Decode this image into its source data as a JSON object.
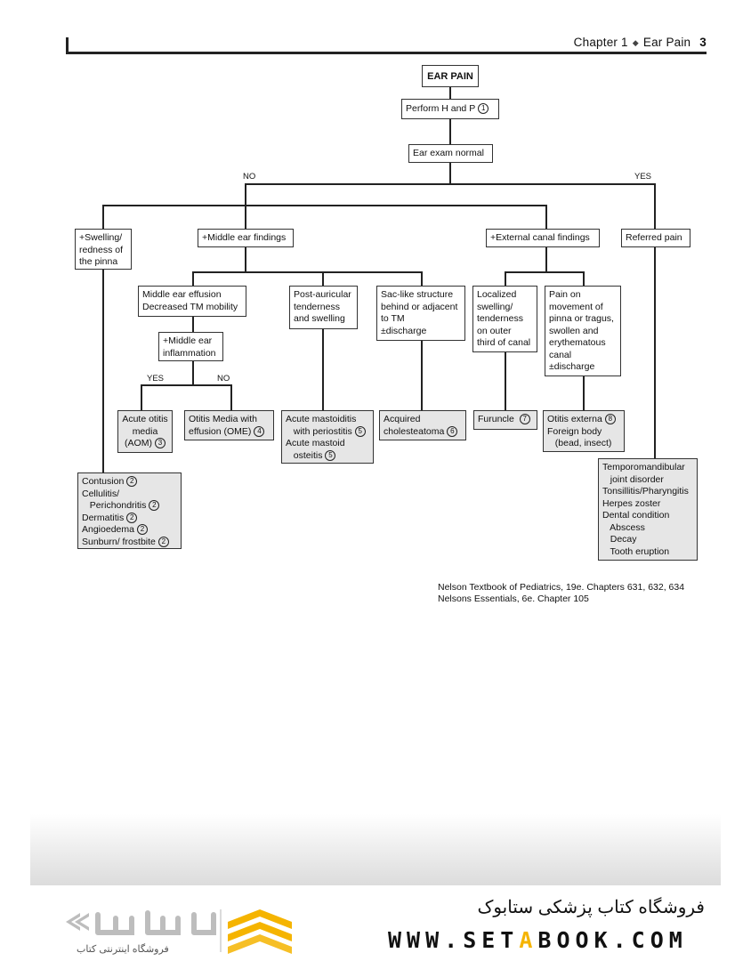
{
  "header": {
    "chapter": "Chapter 1",
    "topic": "Ear Pain",
    "page": "3"
  },
  "flowchart": {
    "title": "EAR PAIN",
    "step1": {
      "text": "Perform H and P",
      "note": "1"
    },
    "step2": {
      "text": "Ear exam normal"
    },
    "branch_no": "NO",
    "branch_yes": "YES",
    "swelling": {
      "text": "+Swelling/\nredness of\nthe pinna"
    },
    "middle_ear": {
      "text": "+Middle ear findings"
    },
    "external_canal": {
      "text": "+External canal findings"
    },
    "referred": {
      "text": "Referred pain"
    },
    "effusion": {
      "text": "Middle ear effusion\nDecreased TM mobility"
    },
    "inflammation": {
      "text": "+Middle ear\ninflammation"
    },
    "inflam_yes": "YES",
    "inflam_no": "NO",
    "post_auricular": {
      "text": "Post-auricular\ntenderness\nand swelling"
    },
    "sac_like": {
      "text": "Sac-like structure\nbehind or adjacent\nto TM\n±discharge"
    },
    "localized": {
      "text": "Localized\nswelling/\ntenderness\non outer\nthird of canal"
    },
    "pain_movement": {
      "text": "Pain on\nmovement of\npinna or tragus,\nswollen and\nerythematous\ncanal\n±discharge"
    },
    "aom": {
      "line1": "Acute otitis",
      "line2": "media",
      "line3": "(AOM)",
      "note": "3"
    },
    "ome": {
      "line1": "Otitis Media with",
      "line2": "effusion (OME)",
      "note": "4"
    },
    "mastoiditis": {
      "line1": "Acute mastoiditis",
      "line2": "with periostitis",
      "note1": "5",
      "line3": "Acute mastoid",
      "line4": "osteitis",
      "note2": "5"
    },
    "cholesteatoma": {
      "line1": "Acquired",
      "line2": "cholesteatoma",
      "note": "6"
    },
    "furuncle": {
      "line1": "Furuncle",
      "note": "7"
    },
    "otitis_externa": {
      "line1": "Otitis externa",
      "note": "8",
      "line2": "Foreign body",
      "line3": "(bead, insect)"
    },
    "pinna_dx": {
      "l1": "Contusion",
      "n1": "2",
      "l2": "Cellulitis/",
      "l3": "Perichondritis",
      "n3": "2",
      "l4": "Dermatitis",
      "n4": "2",
      "l5": "Angioedema",
      "n5": "2",
      "l6": "Sunburn/ frostbite",
      "n6": "2"
    },
    "referred_dx": {
      "text": "Temporomandibular\n   joint disorder\nTonsillitis/Pharyngitis\nHerpes zoster\nDental condition\n   Abscess\n   Decay\n   Tooth eruption"
    }
  },
  "source": {
    "text": "Nelson Textbook of Pediatrics, 19e. Chapters 631, 632, 634\nNelsons Essentials, 6e. Chapter 105"
  },
  "footer": {
    "store_name_fa": "فروشگاه کتاب پزشکی ستابوک",
    "url_part1": "WWW.SET",
    "url_part2": "A",
    "url_part3": "BOOK.COM",
    "logo_tagline_fa": "فروشگاه اینترنتی کتاب",
    "accent_color": "#f5b400"
  }
}
